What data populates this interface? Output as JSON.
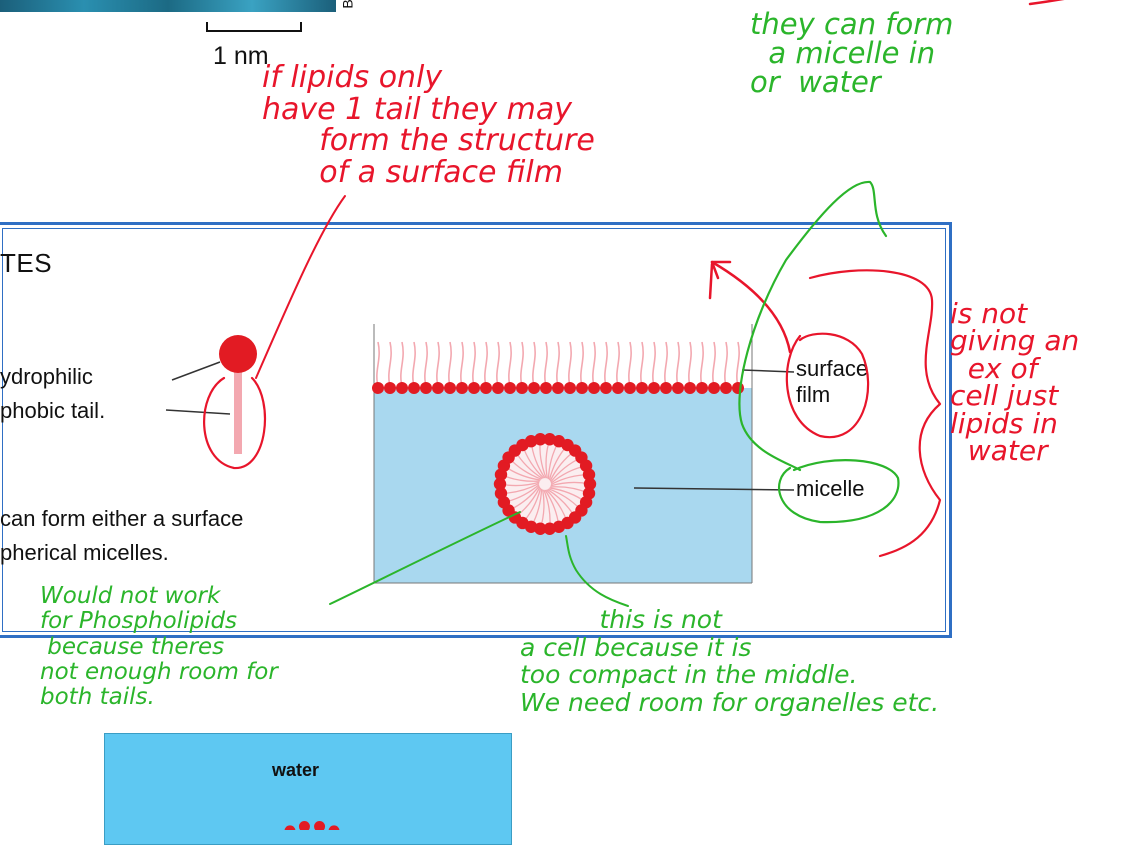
{
  "scale_bar": {
    "label": "1 nm"
  },
  "box": {
    "heading": "TES",
    "legend_line_1": "ydrophilic",
    "legend_line_2": "phobic tail.",
    "caption_line_1": "can form either a surface",
    "caption_line_2": "pherical micelles."
  },
  "diagram": {
    "surface_film_label_1": "surface",
    "surface_film_label_2": "film",
    "micelle_label": "micelle"
  },
  "lower_figure": {
    "water_label": "water"
  },
  "corner_mark": "B",
  "annotations": {
    "single_tail": "if lipids only\nhave 1 tail they may\n      form the structure\n      of a surface film",
    "micelle_in_water": "they can form\n  a micelle in\nor  water",
    "not_cell_example": "is not\ngiving an\n  ex of\ncell just\nlipids in\n  water",
    "phospholipids": "Would not work\nfor Phospholipids\n because theres\nnot enough room for\nboth tails.",
    "not_a_cell": "          this is not\na cell because it is\ntoo compact in the middle.\nWe need room for organelles etc."
  },
  "colors": {
    "water": "#a9d8ef",
    "lower_water": "#5ec8f2",
    "head": "#e21b23",
    "tail": "#f3a8b0",
    "frame": "#2f6fc4",
    "ink_red": "#e8152b",
    "ink_green": "#2bb52b"
  }
}
